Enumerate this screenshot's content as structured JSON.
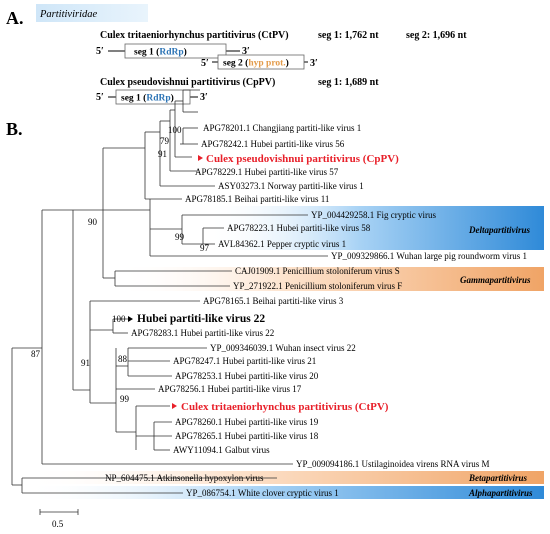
{
  "panel_a": {
    "label": "A.",
    "family": "Partitiviridae",
    "ctpv": {
      "name": "Culex tritaeniorhynchus  partitivirus (CtPV)",
      "seg1_len": "seg 1: 1,762 nt",
      "seg2_len": "seg 2: 1,696 nt",
      "seg1_box": "seg 1",
      "seg1_product": "RdRp",
      "seg2_box": "seg 2",
      "seg2_product": "hyp prot."
    },
    "cppv": {
      "name": "Culex pseudovishnui  partitivirus (CpPV)",
      "seg1_len": "seg 1: 1,689 nt",
      "seg1_box": "seg 1",
      "seg1_product": "RdRp"
    },
    "five_prime": "5′",
    "three_prime": "3′"
  },
  "panel_b": {
    "label": "B.",
    "scale_label": "0.5",
    "bootstraps": [
      "100",
      "79",
      "91",
      "90",
      "99",
      "97",
      "100",
      "88",
      "91",
      "99",
      "87"
    ],
    "taxa": [
      "APG78201.1 Changjiang partiti-like virus 1",
      "APG78242.1 Hubei partiti-like virus 56",
      "Culex pseudovishnui partitivirus (CpPV)",
      "APG78229.1 Hubei partiti-like virus 57",
      "ASY03273.1 Norway partiti-like virus 1",
      "APG78185.1 Beihai partiti-like virus 11",
      "YP_004429258.1 Fig cryptic virus",
      "APG78223.1 Hubei partiti-like virus 58",
      "AVL84362.1 Pepper cryptic virus 1",
      "YP_009329866.1 Wuhan large pig roundworm virus 1",
      "CAJ01909.1 Penicillium stoloniferum virus S",
      "YP_271922.1 Penicillium stoloniferum virus F",
      "APG78165.1 Beihai partiti-like virus 3",
      "Hubei partiti-like virus 22",
      "APG78283.1 Hubei partiti-like virus 22",
      "YP_009346039.1 Wuhan insect virus 22",
      "APG78247.1 Hubei partiti-like virus 21",
      "APG78253.1 Hubei partiti-like virus 20",
      "APG78256.1 Hubei partiti-like virus 17",
      "Culex tritaeniorhynchus partitivirus (CtPV)",
      "APG78260.1 Hubei partiti-like virus 19",
      "APG78265.1 Hubei partiti-like virus 18",
      "AWY11094.1 Galbut virus",
      "YP_009094186.1 Ustilaginoidea virens RNA virus M",
      "NP_604475.1 Atkinsonella hypoxylon virus",
      "YP_086754.1 White clover cryptic virus 1"
    ],
    "genera": {
      "delta": "Deltapartitivirus",
      "gamma": "Gammapartitivirus",
      "beta": "Betapartitivirus",
      "alpha": "Alphapartitivirus"
    },
    "colors": {
      "highlight_red": "#e8202a",
      "rdrp_blue": "#2e75b6",
      "hyp_orange": "#e39b4a",
      "blue_band": "#2f8ad8",
      "orange_band": "#f0a466",
      "family_band": "#cfe6f8"
    }
  }
}
